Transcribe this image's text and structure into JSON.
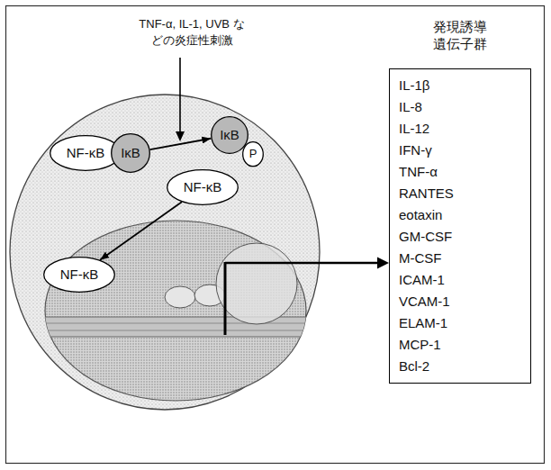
{
  "diagram": {
    "nodes": [
      {
        "text": [
          "NF-κB"
        ]
      },
      {
        "text": [
          "IκB"
        ]
      },
      {
        "text": [
          "IκB"
        ]
      },
      {
        "text": [
          "P"
        ]
      },
      {
        "text": [
          "NF-κB"
        ]
      },
      {
        "text": [
          "NF-κB"
        ]
      },
      {
        "text": [
          "発現誘導 遺伝子群",
          "IL-1β",
          "IL-8",
          "IL-12",
          "IFN-γ",
          "TNF-α",
          "RANTES",
          "eotaxin",
          "GM-CSF",
          "M-CSF",
          "ICAM-1",
          "VCAM-1",
          "ELAM-1",
          "MCP-1",
          "Bcl-2"
        ]
      }
    ],
    "edges": [
      {
        "from": 1,
        "to": 2,
        "arrow": "to"
      },
      {
        "from": 4,
        "to": 5,
        "arrow": "to"
      }
    ],
    "labels": [
      "TNF-α, IL-1, UVB などの炎症性刺激"
    ]
  }
}
